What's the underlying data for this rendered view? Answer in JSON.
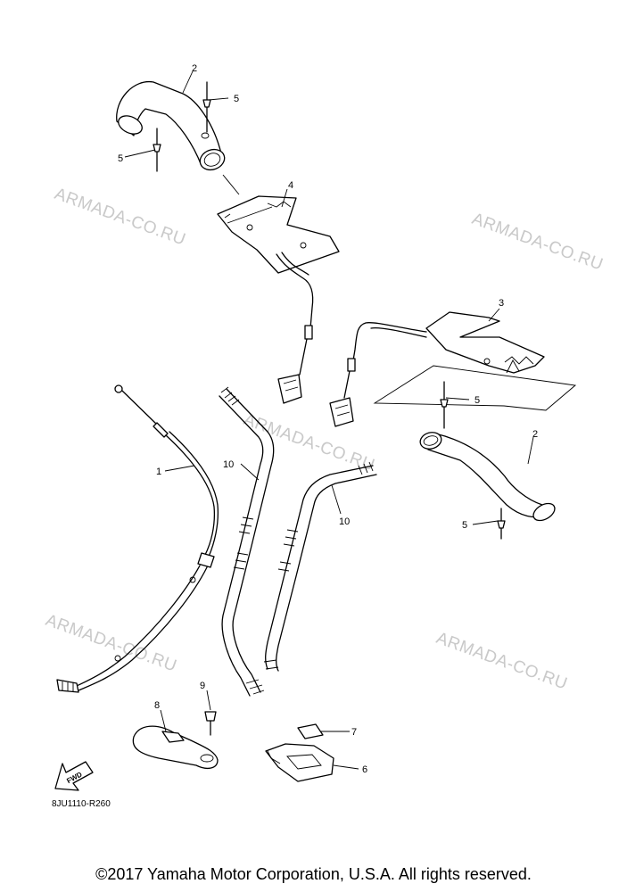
{
  "watermark": "ARMADA-CO.RU",
  "callouts": {
    "c1": "1",
    "c2a": "2",
    "c2b": "2",
    "c3": "3",
    "c4": "4",
    "c5a": "5",
    "c5b": "5",
    "c5c": "5",
    "c5d": "5",
    "c6": "6",
    "c7": "7",
    "c8": "8",
    "c9": "9",
    "c10a": "10",
    "c10b": "10"
  },
  "fwd_label": "FWD",
  "drawing_code": "8JU1110-R260",
  "copyright": "©2017 Yamaha Motor Corporation, U.S.A. All rights reserved.",
  "icons": {
    "fwd": "fwd-arrow-icon"
  }
}
